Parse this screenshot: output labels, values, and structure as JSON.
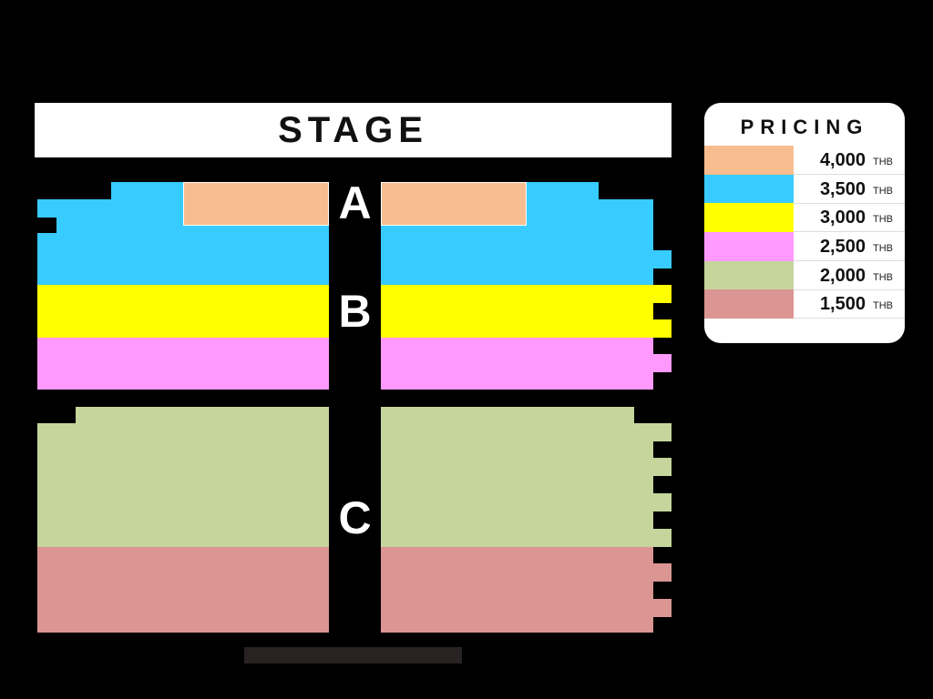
{
  "stage_label": "STAGE",
  "sections": {
    "a": "A",
    "b": "B",
    "c": "C"
  },
  "colors": {
    "4000": "#f8bd8f",
    "3500": "#38cbff",
    "3000": "#ffff00",
    "2500": "#ff99ff",
    "2000": "#c5d59c",
    "1500": "#db9592"
  },
  "pricing": {
    "title": "PRICING",
    "rows": [
      {
        "price": "4,000",
        "currency": "THB",
        "color": "#f8bd8f"
      },
      {
        "price": "3,500",
        "currency": "THB",
        "color": "#38cbff"
      },
      {
        "price": "3,000",
        "currency": "THB",
        "color": "#ffff00"
      },
      {
        "price": "2,500",
        "currency": "THB",
        "color": "#ff99ff"
      },
      {
        "price": "2,000",
        "currency": "THB",
        "color": "#c5d59c"
      },
      {
        "price": "1,500",
        "currency": "THB",
        "color": "#db9592"
      }
    ]
  }
}
